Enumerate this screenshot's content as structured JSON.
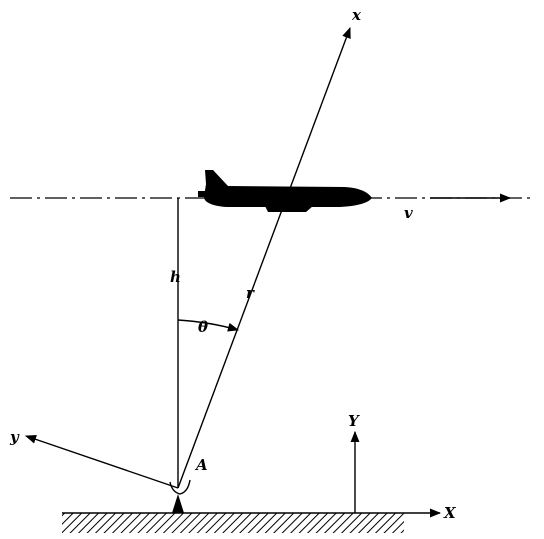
{
  "labels": {
    "x": "x",
    "y": "y",
    "X": "X",
    "Y": "Y",
    "h": "h",
    "r": "r",
    "theta": "θ",
    "v": "v",
    "A": "A"
  },
  "colors": {
    "ink": "#000000",
    "background": "#ffffff"
  }
}
